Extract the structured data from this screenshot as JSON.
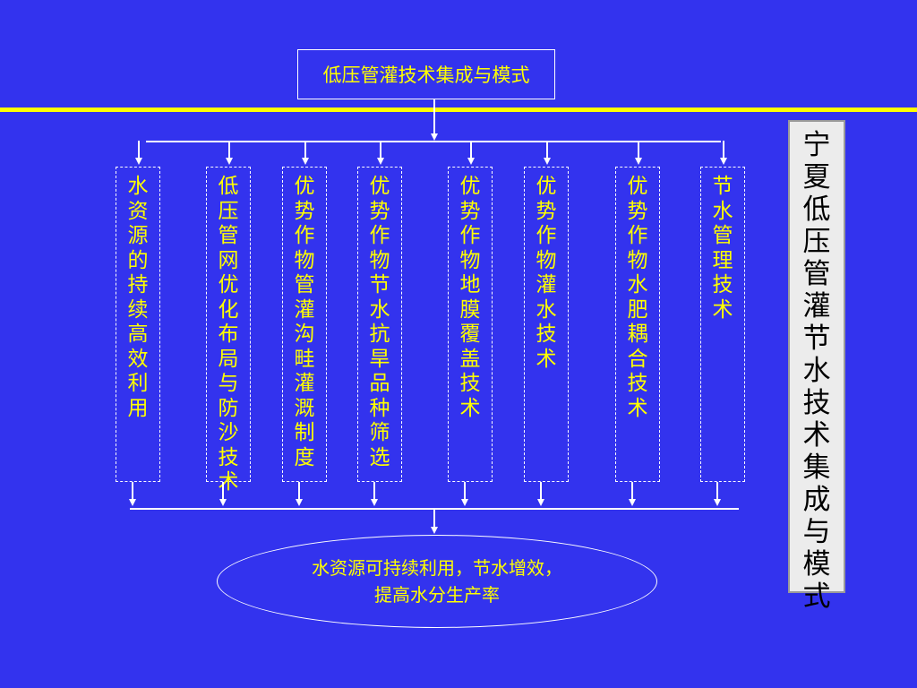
{
  "top": {
    "title": "低压管灌技术集成与模式"
  },
  "columns": [
    {
      "text": "水资源的持续高效利用"
    },
    {
      "text": "低压管网优化布局与防沙技术"
    },
    {
      "text": "优势作物管灌沟畦灌溉制度"
    },
    {
      "text": "优势作物节水抗旱品种筛选"
    },
    {
      "text": "优势作物地膜覆盖技术"
    },
    {
      "text": "优势作物灌水技术"
    },
    {
      "text": "优势作物水肥耦合技术"
    },
    {
      "text": "节水管理技术"
    }
  ],
  "side": {
    "text": "宁夏低压管灌节水技术集成与模式"
  },
  "bottom": {
    "line1": "水资源可持续利用，节水增效，",
    "line2": "提高水分生产率"
  },
  "colors": {
    "background": "#3333ee",
    "accent_line": "#ffff00",
    "text": "#ffff00",
    "side_box": "#ececec"
  }
}
